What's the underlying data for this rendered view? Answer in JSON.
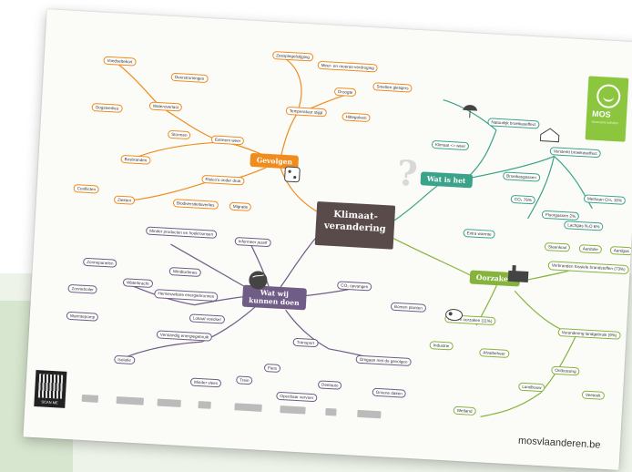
{
  "center": {
    "line1": "Klimaat-",
    "line2": "verandering"
  },
  "hubs": {
    "gevolgen": "Gevolgen",
    "wat_is_het": "Wat is het",
    "oorzaken": "Oorzaken",
    "wat_wij": "Wat wij",
    "kunnen_doen": "kunnen doen"
  },
  "gevolgen": {
    "extreem_weer": "Extreem weer",
    "temperatuur": "Temperatuur stijgt",
    "risicos": "Risico's onder druk",
    "items": [
      "Wateroverlast",
      "Zeespiegelstijging",
      "Droogte",
      "Bosbranden",
      "Hittegolven",
      "Smelten gletsjers",
      "Meer- en moeras-verdroging",
      "Ziekten",
      "Voedseltekort",
      "Overstromingen",
      "Stormen",
      "Conflicten",
      "Biodiversiteitsverlies",
      "Migratie",
      "Oogstverlies"
    ]
  },
  "wat_is_het": {
    "natuurlijk": "Natuurlijk broeikaseffect",
    "versterkt": "Versterkt broeikaseffect",
    "klimaat_weer": "Klimaat <> weer",
    "items": [
      "Broeikasgassen",
      "CO₂ 76%",
      "Methaan CH₄ 16%",
      "Lachgas N₂O 6%",
      "Fluorgassen 2%",
      "Extra warmte"
    ]
  },
  "oorzaken": {
    "fossiele": "Verbranden fossiele brandstoffen (73%)",
    "andere": "Andere oorzaken (11%)",
    "landgebruik": "Verandering landgebruik (9%)",
    "items": [
      "Steenkool",
      "Aardolie",
      "Aardgas",
      "Ontbossing",
      "Landbouw",
      "Veeteelt",
      "Industrie",
      "Afvalbeheer",
      "Wetland"
    ]
  },
  "wat_wij": {
    "hernieuwbare": "Hernieuwbare energiebronnen",
    "verstandig": "Verstandig energiegebruik",
    "transport": "Transport",
    "omgaan": "Omgaan met de gevolgen",
    "infomeer": "Informeer jezelf",
    "hinder": "Minder producten en hoekrounsen",
    "co2": "CO₂ opvangen",
    "items": [
      "Zonnepanelen",
      "Windturbines",
      "Waterkracht",
      "Zonneboiler",
      "Warmtepomp",
      "Isolatie",
      "Fiets",
      "Trein",
      "Openbaar vervoer",
      "Deelauto",
      "Minder vlees",
      "Lokaal voedsel",
      "Bomen planten",
      "Groene daken"
    ]
  },
  "logo": {
    "name": "MOS",
    "sub": "duurzame scholen"
  },
  "qr": {
    "label": "SCAN ME"
  },
  "url": "mosvlaanderen.be",
  "colors": {
    "orange": "#f08c1e",
    "teal": "#3aa38a",
    "green": "#86b33e",
    "purple": "#6f5c87",
    "center": "#5a4b4b",
    "logo": "#8cc63f"
  }
}
